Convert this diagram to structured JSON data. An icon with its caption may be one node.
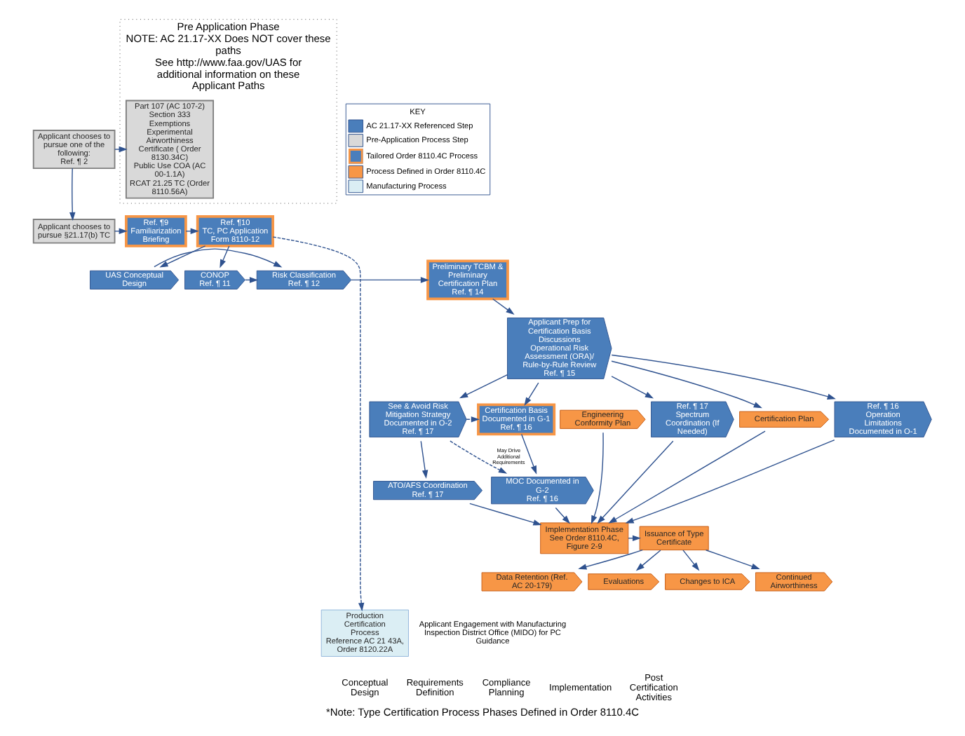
{
  "diagram": {
    "caption": "*Note: Type Certification Process Phases Defined in Order 8110.4C",
    "nodes": [
      {
        "text": [
          "Applicant chooses to pursue one of the following:",
          "Ref. ¶ 2"
        ]
      },
      {
        "text": [
          "Pre Application Phase",
          "NOTE: AC 21.17-XX Does NOT cover these paths",
          "See http://www.faa.gov/UAS for additional information on these Applicant Paths"
        ]
      },
      {
        "text": [
          "Part 107 (AC 107-2)",
          "Section 333 Exemptions",
          "Experimental Airworthiness Certificate ( Order 8130.34C)",
          "Public Use COA (AC 00-1.1A)",
          "RCAT 21.25 TC (Order 8110.56A)"
        ],
        "in": 1
      },
      {
        "text": [
          "Applicant chooses to pursue §21.17(b) TC"
        ]
      },
      {
        "text": [
          "Ref. ¶9",
          "Familiarization Briefing"
        ]
      },
      {
        "text": [
          "Ref. ¶10",
          "TC, PC Application Form 8110-12"
        ]
      },
      {
        "text": [
          "Applicant Prep for Certification Basis Discussions Operational Risk Assessment (ORA)/ Rule-by-Rule Review",
          "Ref. ¶ 15"
        ]
      },
      {
        "text": [
          "Engineering Conformity Plan"
        ]
      },
      {
        "text": [
          "Preliminary TCBM & Preliminary Certification Plan",
          "Ref. ¶ 14"
        ]
      },
      {
        "text": [
          "Certification Plan"
        ]
      },
      {
        "text": [
          "Ref. ¶ 16",
          "Operation Limitations Documented in O-1"
        ]
      },
      {
        "text": [
          "Risk Classification",
          "Ref. ¶ 12"
        ]
      },
      {
        "text": [
          "Certification Basis Documented in G-1",
          "Ref. ¶ 16"
        ]
      },
      {
        "text": [
          "MOC Documented in G-2",
          "Ref. ¶ 16"
        ]
      },
      {
        "text": [
          "UAS Conceptual Design"
        ]
      },
      {
        "text": [
          "CONOP",
          "Ref. ¶ 11"
        ]
      },
      {
        "text": [
          "See & Avoid Risk Mitigation Strategy Documented in O-2",
          "Ref. ¶ 17"
        ]
      },
      {
        "text": [
          "ATO/AFS Coordination",
          "Ref. ¶ 17"
        ]
      },
      {
        "text": [
          "Ref. ¶ 17",
          "Spectrum Coordination (If Needed)"
        ]
      },
      {
        "text": [
          "Implementation Phase See Order 8110.4C, Figure 2-9"
        ]
      },
      {
        "text": [
          "Issuance of Type Certificate"
        ]
      },
      {
        "text": [
          "Data Retention (Ref. AC 20-179)"
        ]
      },
      {
        "text": [
          "Changes to ICA"
        ]
      },
      {
        "text": [
          "Continued Airworthiness"
        ]
      },
      {
        "text": [
          "Evaluations"
        ]
      },
      {
        "text": [
          "Production Certification Process",
          "Reference AC 21 43A, Order 8120.22A"
        ]
      }
    ],
    "edges": [
      {
        "from": 0,
        "to": 3,
        "arrow": "to"
      },
      {
        "from": 0,
        "to": 2,
        "arrow": "to"
      },
      {
        "from": 3,
        "to": 4,
        "arrow": "to"
      },
      {
        "from": 4,
        "to": 5,
        "arrow": "to"
      },
      {
        "from": 5,
        "to": 14,
        "arrow": "to"
      },
      {
        "from": 5,
        "to": 15,
        "arrow": "to"
      },
      {
        "from": 5,
        "to": 25,
        "arrow": "to",
        "style": "dashed"
      },
      {
        "from": 14,
        "to": 11,
        "arrow": "to"
      },
      {
        "from": 15,
        "to": 11,
        "arrow": "to"
      },
      {
        "from": 11,
        "to": 8,
        "arrow": "to"
      },
      {
        "from": 8,
        "to": 6,
        "arrow": "to"
      },
      {
        "from": 6,
        "to": 9,
        "arrow": "to"
      },
      {
        "from": 6,
        "to": 10,
        "arrow": "to"
      },
      {
        "from": 6,
        "to": 12,
        "arrow": "to"
      },
      {
        "from": 6,
        "to": 16,
        "arrow": "to"
      },
      {
        "from": 6,
        "to": 18,
        "arrow": "to"
      },
      {
        "from": 12,
        "to": 13,
        "arrow": "to"
      },
      {
        "from": 16,
        "to": 17,
        "arrow": "to"
      },
      {
        "from": 16,
        "to": 12,
        "arrow": "to",
        "style": "dashed"
      },
      {
        "from": 16,
        "to": 13,
        "arrow": "to",
        "style": "dashed",
        "label": "May Drive Additional Requirements"
      },
      {
        "from": 7,
        "to": 19,
        "arrow": "to"
      },
      {
        "from": 9,
        "to": 19,
        "arrow": "to"
      },
      {
        "from": 10,
        "to": 19,
        "arrow": "to"
      },
      {
        "from": 13,
        "to": 19,
        "arrow": "to"
      },
      {
        "from": 17,
        "to": 19,
        "arrow": "to"
      },
      {
        "from": 18,
        "to": 19,
        "arrow": "to"
      },
      {
        "from": 19,
        "to": 20,
        "arrow": "to"
      },
      {
        "from": 20,
        "to": 21,
        "arrow": "to"
      },
      {
        "from": 20,
        "to": 22,
        "arrow": "to"
      },
      {
        "from": 20,
        "to": 23,
        "arrow": "to"
      },
      {
        "from": 20,
        "to": 24,
        "arrow": "to"
      }
    ],
    "labels": [
      "KEY",
      "Applicant Engagement with Manufacturing Inspection District Office (MIDO) for PC Guidance",
      "Conceptual Design",
      "Requirements Definition",
      "Compliance Planning",
      "Implementation",
      "Post Certification Activities"
    ],
    "legend": [
      {
        "text": "AC 21.17-XX Referenced Step",
        "color": "#4a7ebb"
      },
      {
        "text": "Pre-Application Process Step",
        "color": "#d9d9d9"
      },
      {
        "text": "Tailored Order 8110.4C Process"
      },
      {
        "text": "Process Defined in Order 8110.4C",
        "color": "#f79646"
      },
      {
        "text": "Manufacturing Process",
        "color": "#dbeef4"
      }
    ]
  }
}
